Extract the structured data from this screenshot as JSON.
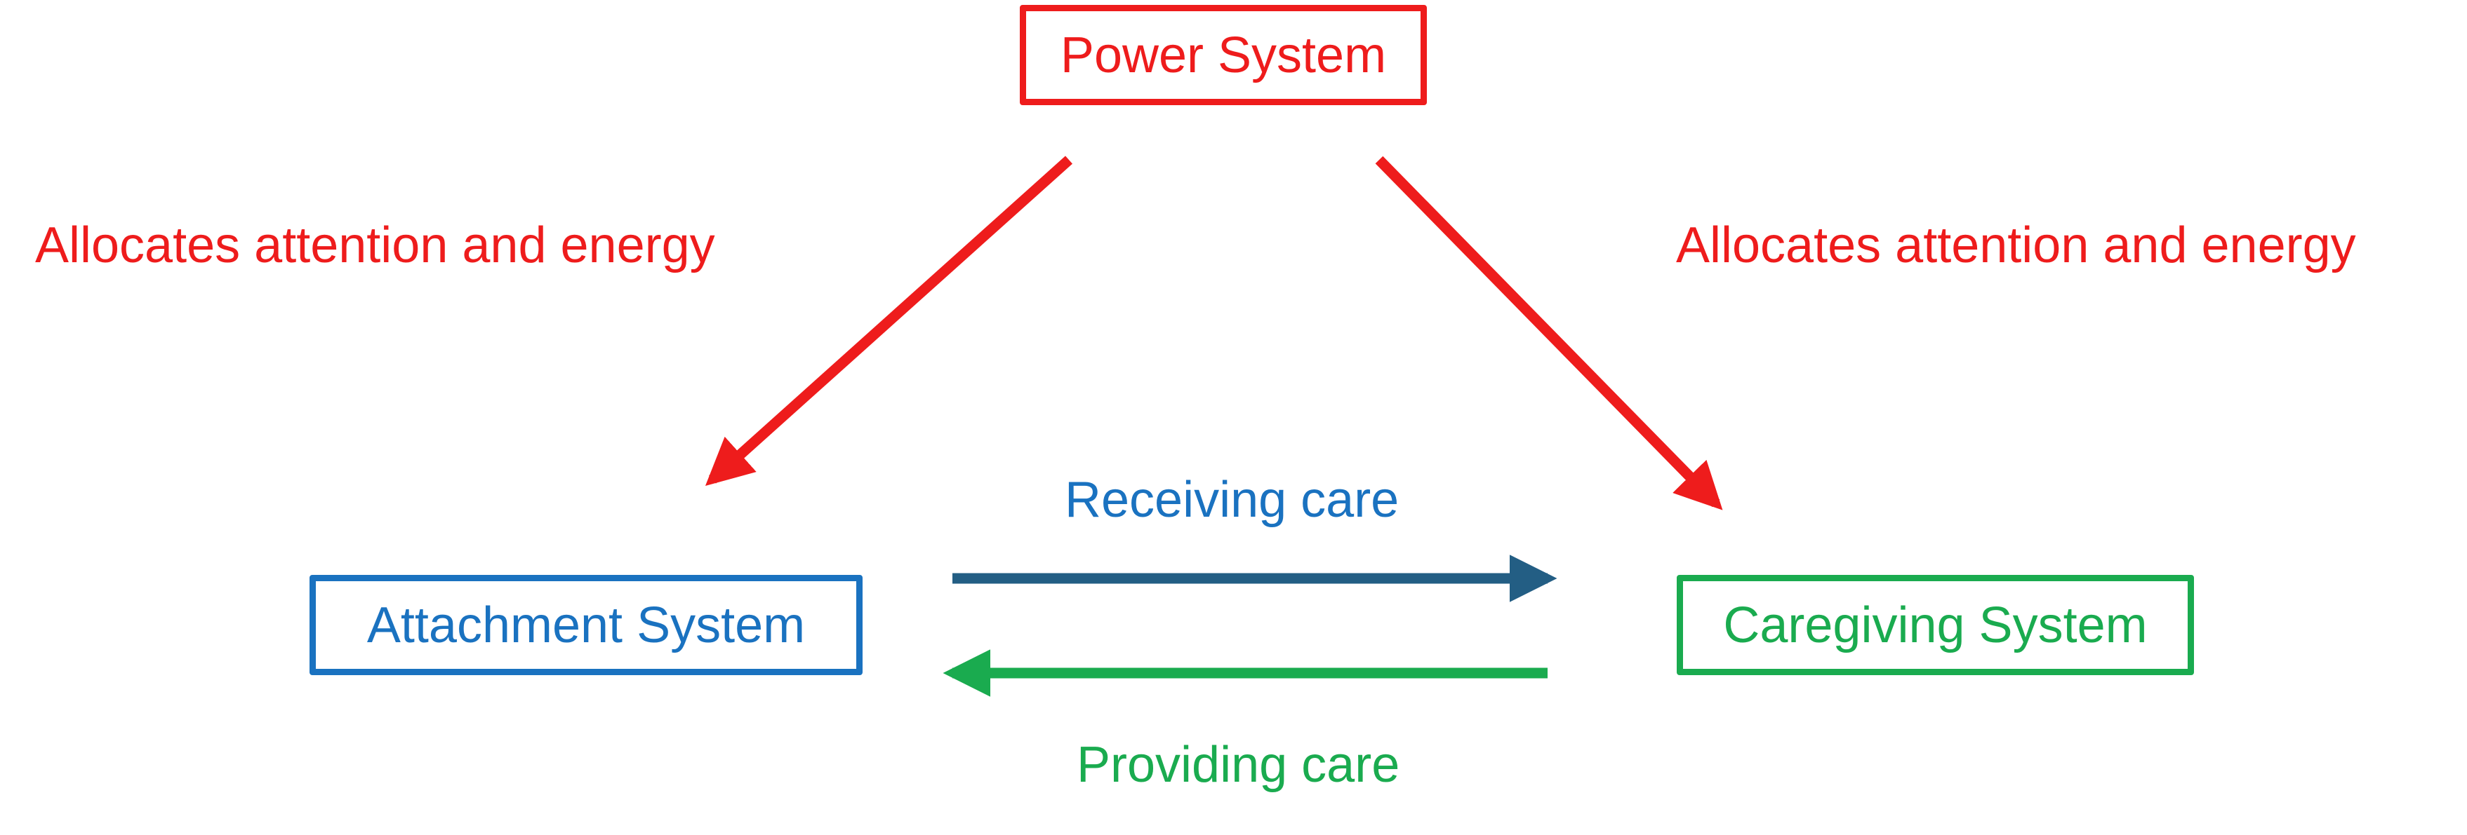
{
  "colors": {
    "power": "#ee1c1c",
    "attachment": "#1a72c0",
    "caregiving": "#1aab4f",
    "receiving_arrow": "#235e84",
    "providing_arrow": "#1aab4f"
  },
  "nodes": {
    "power": "Power System",
    "attachment": "Attachment System",
    "caregiving": "Caregiving System"
  },
  "labels": {
    "allocates_left": "Allocates attention and energy",
    "allocates_right": "Allocates attention and energy",
    "receiving": "Receiving care",
    "providing": "Providing care"
  }
}
